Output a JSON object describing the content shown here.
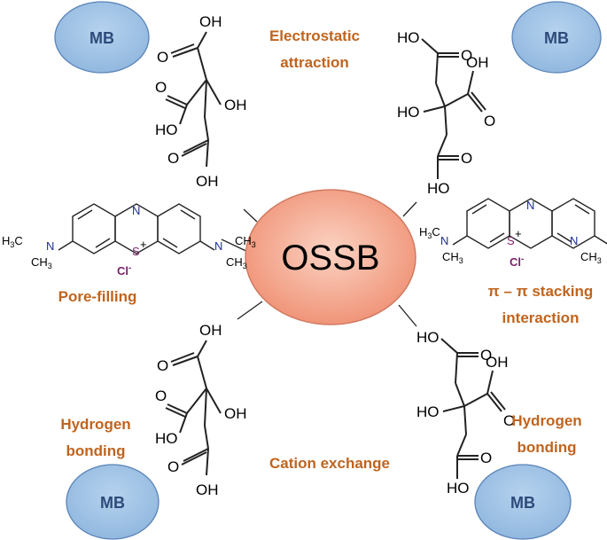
{
  "center": {
    "label": "OSSB"
  },
  "adsorbates": {
    "mb": "MB"
  },
  "mechanisms": {
    "electrostatic": [
      "Electrostatic",
      "attraction"
    ],
    "pore_filling": "Pore-filling",
    "pi_stacking": [
      "π – π stacking",
      "interaction"
    ],
    "hydrogen_left": [
      "Hydrogen",
      "bonding"
    ],
    "hydrogen_right": [
      "Hydrogen",
      "bonding"
    ],
    "cation_exchange": "Cation exchange"
  },
  "citric_acid": {
    "oh": "OH",
    "o": "O",
    "ho": "HO"
  },
  "methylene_blue": {
    "n": "N",
    "s": "S",
    "plus": "+",
    "h3c": "H",
    "three": "3",
    "c": "C",
    "ch3": "CH",
    "cl": "Cl",
    "minus": "-"
  },
  "colors": {
    "mb_fill": "#9dc3e6",
    "mb_stroke": "#5a84b8",
    "center_fill": "#f4a58a",
    "label": "#c0641e"
  }
}
